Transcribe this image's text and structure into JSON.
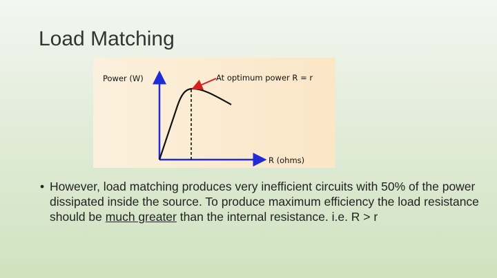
{
  "slide": {
    "title": "Load Matching"
  },
  "figure": {
    "y_axis_label": "Power (W)",
    "x_axis_label": "R (ohms)",
    "annotation": "At optimum power R = r",
    "colors": {
      "axes": "#1f2bd6",
      "arrow": "#d62020",
      "curve": "#111111",
      "panel": "#fbecd2"
    }
  },
  "bullet": {
    "part1": "However, load matching produces very inefficient circuits with 50% of the power dissipated inside the source. To produce maximum efficiency the load resistance should be ",
    "emphasis": "much greater",
    "part2": " than the internal resistance. i.e. R > r"
  }
}
